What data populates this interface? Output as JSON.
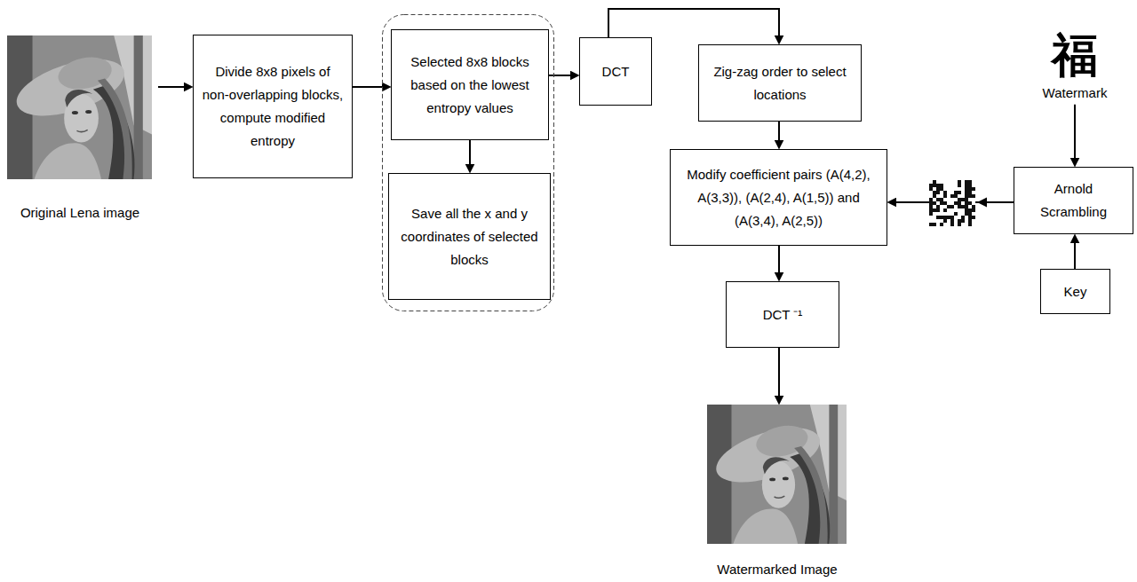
{
  "diagram": {
    "nodes": [
      {
        "text": [
          "Original Lena image"
        ]
      },
      {
        "text": [
          "Divide 8x8 pixels of non-overlapping blocks, compute modified entropy"
        ]
      },
      {
        "text": [
          "Selected 8x8 blocks based on the lowest entropy values"
        ]
      },
      {
        "text": [
          "Save all the x and y coordinates of selected blocks"
        ]
      },
      {
        "text": [
          "DCT"
        ]
      },
      {
        "text": [
          "Zig-zag order to select locations"
        ]
      },
      {
        "text": [
          "福",
          "Watermark"
        ]
      },
      {
        "text": [
          "Modify coefficient pairs (A(4,2), A(3,3)), (A(2,4), A(1,5)) and (A(3,4), A(2,5))"
        ]
      },
      {
        "text": [
          "Arnold Scrambling"
        ]
      },
      {
        "text": [
          "Key"
        ]
      },
      {
        "text": [
          "DCT ⁻¹"
        ]
      },
      {
        "text": [
          "Watermarked Image"
        ]
      }
    ],
    "edges": [
      {
        "from": 0,
        "to": 1,
        "arrow": "to"
      },
      {
        "from": 1,
        "to": 2,
        "arrow": "to"
      },
      {
        "from": 2,
        "to": 3,
        "arrow": "to"
      },
      {
        "from": 2,
        "to": 4,
        "arrow": "to"
      },
      {
        "from": 4,
        "to": 5,
        "arrow": "to"
      },
      {
        "from": 5,
        "to": 7,
        "arrow": "to"
      },
      {
        "from": 6,
        "to": 8,
        "arrow": "to"
      },
      {
        "from": 9,
        "to": 8,
        "arrow": "to"
      },
      {
        "from": 8,
        "to": 7,
        "arrow": "to"
      },
      {
        "from": 7,
        "to": 10,
        "arrow": "to"
      },
      {
        "from": 10,
        "to": 11,
        "arrow": "to"
      }
    ]
  }
}
